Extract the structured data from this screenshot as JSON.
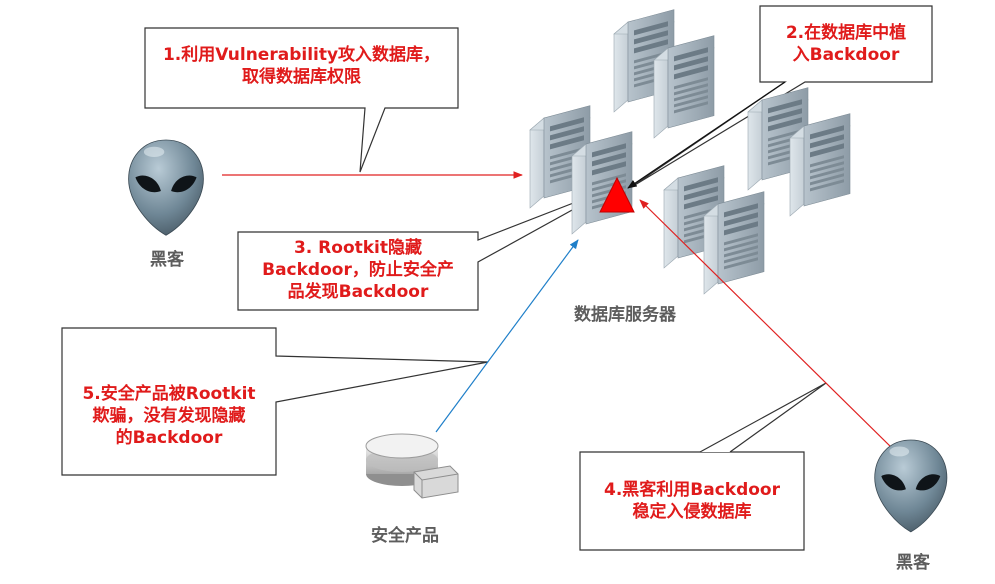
{
  "callouts": {
    "step1": "1.利用Vulnerability攻入数据库，\n取得数据库权限",
    "step2": "2.在数据库中植\n入Backdoor",
    "step3": "3. Rootkit隐藏\nBackdoor，防止安全产\n品发现Backdoor",
    "step4": "4.黑客利用Backdoor\n稳定入侵数据库",
    "step5": "5.安全产品被Rootkit\n欺骗，没有发现隐藏\n的Backdoor"
  },
  "labels": {
    "hacker_left": "黑客",
    "hacker_right": "黑客",
    "db_servers": "数据库服务器",
    "security_product": "安全产品"
  },
  "colors": {
    "callout_text": "#e01b1b",
    "attack_line": "#e02020",
    "scan_line": "#1f7fc9",
    "label_text": "#5d5d5d"
  },
  "icons": {
    "hacker": "alien-head-icon",
    "server": "server-tower-icon",
    "product": "database-disk-icon",
    "backdoor": "warning-triangle-icon"
  }
}
